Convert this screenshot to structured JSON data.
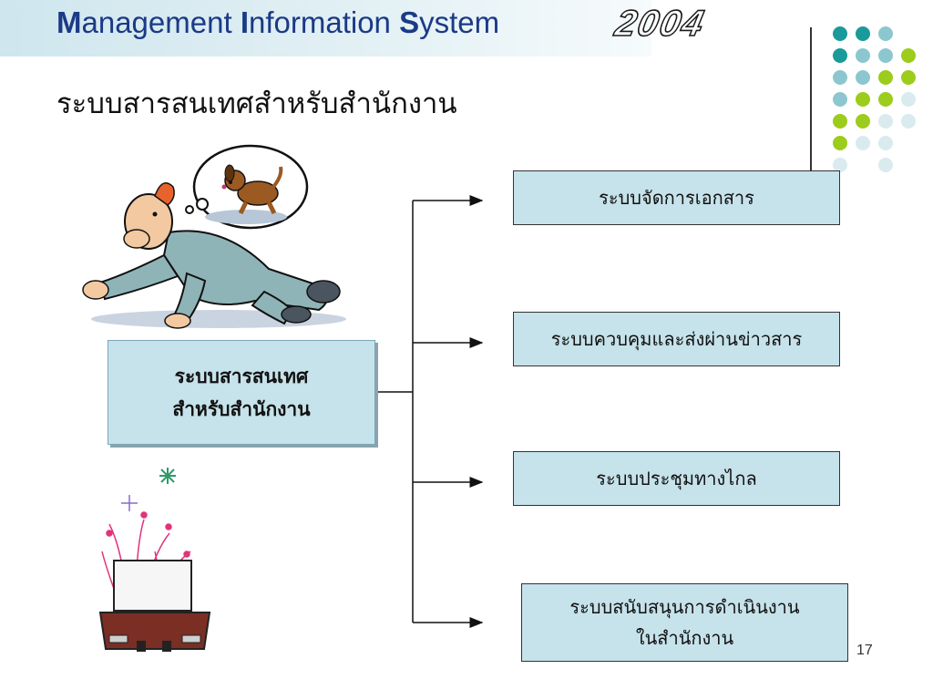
{
  "header": {
    "title_letter_1": "M",
    "title_rest_1": "anagement ",
    "title_letter_2": "I",
    "title_rest_2": "nformation ",
    "title_letter_3": "S",
    "title_rest_3": "ystem",
    "year": "2004"
  },
  "slide": {
    "title": "ระบบสารสนเทศสำหรับสำนักงาน",
    "page_number": "17"
  },
  "diagram": {
    "main_node": {
      "line1": "ระบบสารสนเทศ",
      "line2": "สำหรับสำนักงาน"
    },
    "branches": [
      {
        "line1": "ระบบจัดการเอกสาร",
        "line2": ""
      },
      {
        "line1": "ระบบควบคุมและส่งผ่านข่าวสาร",
        "line2": ""
      },
      {
        "line1": "ระบบประชุมทางไกล",
        "line2": ""
      },
      {
        "line1": "ระบบสนับสนุนการดำเนินงาน",
        "line2": "ในสำนักงาน"
      }
    ]
  },
  "colors": {
    "teal": "#1a9a9a",
    "light_blue": "#8cc7cf",
    "lime": "#9ccc1c",
    "pale": "#d9ebee",
    "box_fill": "#c6e2ea",
    "title_blue": "#1b3a86"
  },
  "decor": {
    "clipart_1": "crawling-man-dreaming-of-dog",
    "clipart_2": "open-briefcase-with-fireworks"
  }
}
